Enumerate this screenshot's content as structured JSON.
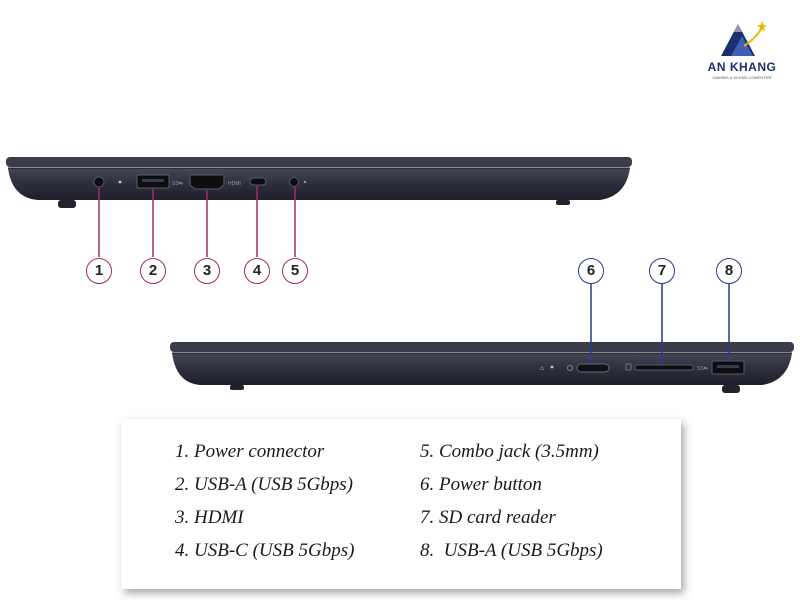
{
  "brand": {
    "name": "AN KHANG",
    "tagline": "GAMING & HI-END COMPUTER"
  },
  "port_labels": {
    "usb_a_ss": "SS⇆",
    "hdmi": "HDMI"
  },
  "callouts": [
    "1",
    "2",
    "3",
    "4",
    "5",
    "6",
    "7",
    "8"
  ],
  "legend": {
    "left_column": [
      "1. Power connector",
      "2. USB-A (USB 5Gbps)",
      "3. HDMI",
      "4. USB-C (USB 5Gbps)"
    ],
    "right_column": [
      "5. Combo jack (3.5mm)",
      "6. Power button",
      "7. SD card reader",
      "8.  USB-A (USB 5Gbps)"
    ]
  },
  "colors": {
    "laptop_body": "#2e2f3c",
    "callout_left": "#9c2f63",
    "callout_right": "#2b3a8e",
    "brand": "#1a2f6e"
  }
}
